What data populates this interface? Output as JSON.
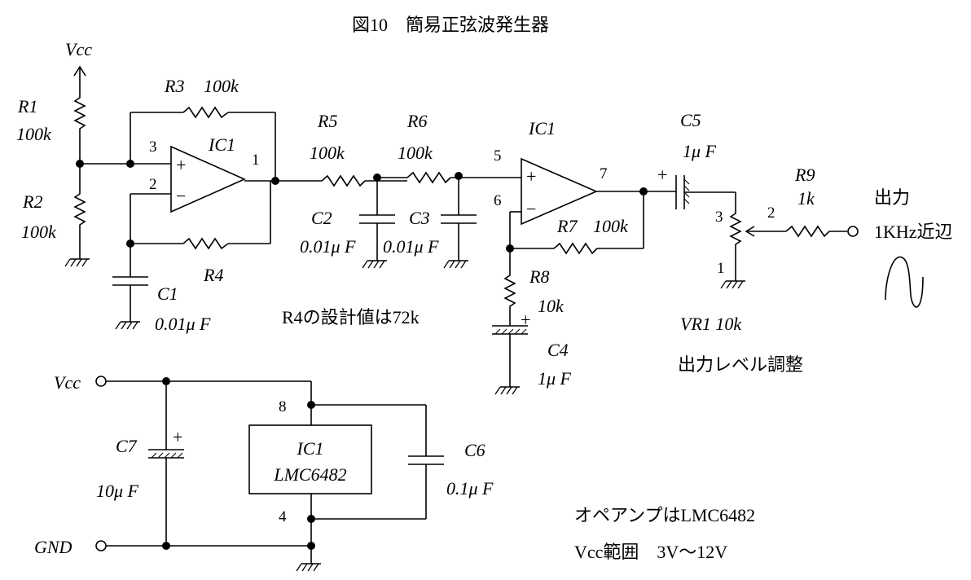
{
  "title": "図10　簡易正弦波発生器",
  "labels": {
    "vcc_top": "Vcc",
    "r1": "R1",
    "r1_val": "100k",
    "r2": "R2",
    "r2_val": "100k",
    "r3": "R3",
    "r3_val": "100k",
    "r4": "R4",
    "c1": "C1",
    "c1_val": "0.01μ F",
    "ic1_a": "IC1",
    "ic1_b": "IC1",
    "ic1_c": "IC1",
    "ic1_part": "LMC6482",
    "r5": "R5",
    "r5_val": "100k",
    "r6": "R6",
    "r6_val": "100k",
    "c2": "C2",
    "c2_val": "0.01μ F",
    "c3": "C3",
    "c3_val": "0.01μ F",
    "r7": "R7",
    "r7_val": "100k",
    "r8": "R8",
    "r8_val": "10k",
    "c4": "C4",
    "c4_val": "1μ F",
    "c5": "C5",
    "c5_val": "1μ F",
    "r9": "R9",
    "r9_val": "1k",
    "vr1": "VR1  10k",
    "output": "出力",
    "output_freq": "1KHz近辺",
    "level_adjust": "出力レベル調整",
    "r4_note": "R4の設計値は72k",
    "vcc_bottom": "Vcc",
    "gnd": "GND",
    "c6": "C6",
    "c6_val": "0.1μ F",
    "c7": "C7",
    "c7_val": "10μ F",
    "opamp_note": "オペアンプはLMC6482",
    "vcc_range": "Vcc範囲　3V〜12V",
    "plus": "+",
    "minus": "−"
  },
  "pins": {
    "p1": "1",
    "p2": "2",
    "p3": "3",
    "p4": "4",
    "p5": "5",
    "p6": "6",
    "p7": "7",
    "p8": "8",
    "vr_p1": "1",
    "vr_p2": "2",
    "vr_p3": "3"
  }
}
